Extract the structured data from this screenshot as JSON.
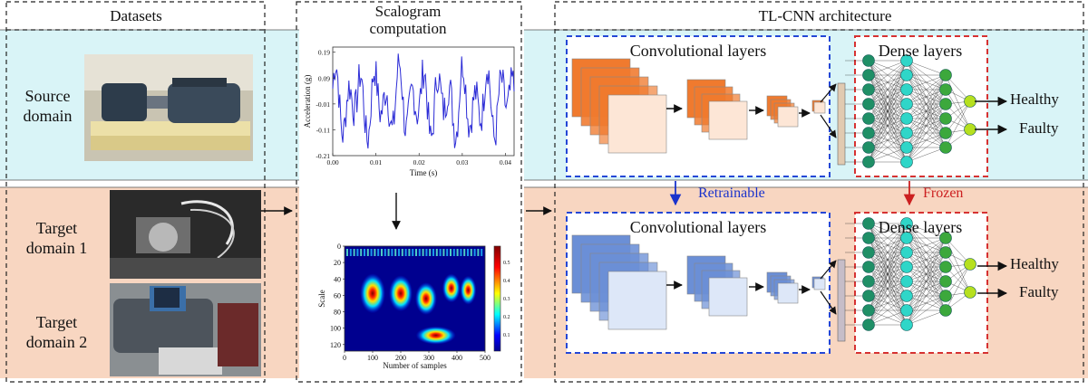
{
  "sections": {
    "datasets": "Datasets",
    "scalogram_line1": "Scalogram",
    "scalogram_line2": "computation",
    "architecture": "TL-CNN architecture"
  },
  "domains": {
    "source_line1": "Source",
    "source_line2": "domain",
    "target1_line1": "Target",
    "target1_line2": "domain 1",
    "target2_line1": "Target",
    "target2_line2": "domain 2"
  },
  "network": {
    "conv_title": "Convolutional layers",
    "dense_title": "Dense layers",
    "retrainable": "Retrainable",
    "frozen": "Frozen",
    "out_healthy": "Healthy",
    "out_faulty": "Faulty"
  },
  "chart_data": [
    {
      "type": "line",
      "xlabel": "Time (s)",
      "ylabel": "Acceleration (g)",
      "xticks": [
        "0.00",
        "0.01",
        "0.02",
        "0.03",
        "0.04"
      ],
      "yticks": [
        "0.19",
        "0.09",
        "-0.01",
        "-0.11",
        "-0.21"
      ],
      "xlim": [
        0,
        0.042
      ],
      "ylim": [
        -0.21,
        0.21
      ],
      "series": [
        {
          "color": "#2b2bd6"
        }
      ]
    },
    {
      "type": "heatmap",
      "xlabel": "Number of samples",
      "ylabel": "Scale",
      "xticks": [
        "0",
        "100",
        "200",
        "300",
        "400",
        "500"
      ],
      "yticks": [
        "0",
        "20",
        "40",
        "60",
        "80",
        "100",
        "120"
      ],
      "colorbar_ticks": [
        "0.5",
        "0.4",
        "0.3",
        "0.2",
        "0.1"
      ],
      "xlim": [
        0,
        500
      ],
      "ylim": [
        0,
        128
      ],
      "colormap": "jet"
    }
  ],
  "colors": {
    "source_band": "#d9f4f7",
    "target_band": "#f8d6c1",
    "source_filters": "#f07a2e",
    "target_filters": "#6b8fd6",
    "conv_box": "#2447d6",
    "dense_box": "#d63232",
    "retrainable": "#1a33cc",
    "frozen": "#cc2020"
  }
}
